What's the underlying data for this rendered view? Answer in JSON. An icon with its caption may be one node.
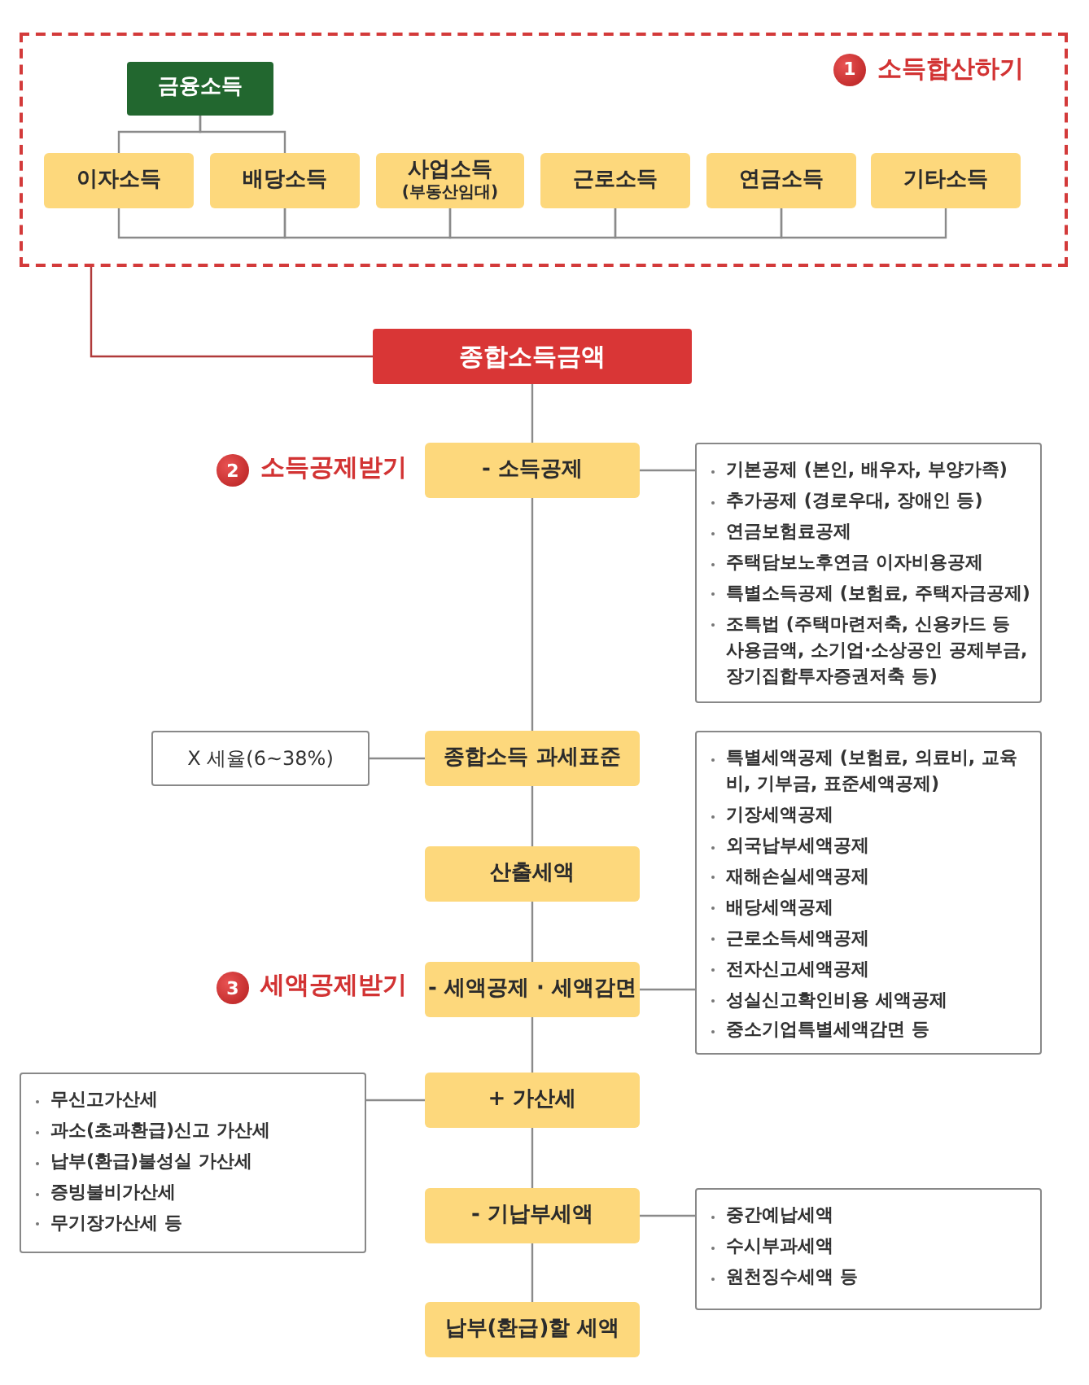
{
  "diagram": {
    "nodes": [
      {
        "text": [
          "1",
          "소득합산하기"
        ]
      },
      {
        "text": [
          "금융소득"
        ],
        "in": 0
      },
      {
        "text": [
          "이자소득"
        ],
        "in": 0
      },
      {
        "text": [
          "배당소득"
        ],
        "in": 0
      },
      {
        "text": [
          "사업소득",
          "(부동산임대)"
        ],
        "in": 0
      },
      {
        "text": [
          "근로소득"
        ],
        "in": 0
      },
      {
        "text": [
          "연금소득"
        ],
        "in": 0
      },
      {
        "text": [
          "기타소득"
        ],
        "in": 0
      },
      {
        "text": [
          "종합소득금액"
        ]
      },
      {
        "text": [
          "- 소득공제"
        ]
      },
      {
        "text": [
          "기본공제 (본인, 배우자, 부양가족)",
          "추가공제 (경로우대, 장애인 등)",
          "연금보험료공제",
          "주택담보노후연금 이자비용공제",
          "특별소득공제 (보험료, 주택자금공제)",
          "조특법 (주택마련저축, 신용카드 등 사용금액, 소기업·소상공인 공제부금, 장기집합투자증권저축 등)"
        ]
      },
      {
        "text": [
          "종합소득 과세표준"
        ]
      },
      {
        "text": [
          "X 세율(6~38%)"
        ]
      },
      {
        "text": [
          "산출세액"
        ]
      },
      {
        "text": [
          "- 세액공제 · 세액감면"
        ]
      },
      {
        "text": [
          "특별세액공제 (보험료, 의료비, 교육비, 기부금, 표준세액공제)",
          "기장세액공제",
          "외국납부세액공제",
          "재해손실세액공제",
          "배당세액공제",
          "근로소득세액공제",
          "전자신고세액공제",
          "성실신고확인비용 세액공제",
          "중소기업특별세액감면 등"
        ]
      },
      {
        "text": [
          "+ 가산세"
        ]
      },
      {
        "text": [
          "무신고가산세",
          "과소(초과환급)신고 가산세",
          "납부(환급)불성실 가산세",
          "증빙불비가산세",
          "무기장가산세 등"
        ]
      },
      {
        "text": [
          "- 기납부세액"
        ]
      },
      {
        "text": [
          "중간예납세액",
          "수시부과세액",
          "원천징수세액 등"
        ]
      },
      {
        "text": [
          "납부(환급)할 세액"
        ]
      }
    ],
    "edges": [
      {
        "from": 1,
        "to": 2,
        "arrow": "none"
      },
      {
        "from": 1,
        "to": 3,
        "arrow": "none"
      },
      {
        "from": 2,
        "to": 3,
        "arrow": "none"
      },
      {
        "from": 3,
        "to": 4,
        "arrow": "none"
      },
      {
        "from": 4,
        "to": 5,
        "arrow": "none"
      },
      {
        "from": 5,
        "to": 6,
        "arrow": "none"
      },
      {
        "from": 6,
        "to": 7,
        "arrow": "none"
      },
      {
        "from": 0,
        "to": 8,
        "arrow": "none",
        "color": "#b03a3a"
      },
      {
        "from": 8,
        "to": 9,
        "arrow": "none"
      },
      {
        "from": 9,
        "to": 10,
        "arrow": "none"
      },
      {
        "from": 9,
        "to": 11,
        "arrow": "none"
      },
      {
        "from": 11,
        "to": 12,
        "arrow": "none"
      },
      {
        "from": 11,
        "to": 13,
        "arrow": "none"
      },
      {
        "from": 13,
        "to": 14,
        "arrow": "none"
      },
      {
        "from": 14,
        "to": 15,
        "arrow": "none"
      },
      {
        "from": 14,
        "to": 16,
        "arrow": "none"
      },
      {
        "from": 16,
        "to": 17,
        "arrow": "none"
      },
      {
        "from": 16,
        "to": 18,
        "arrow": "none"
      },
      {
        "from": 18,
        "to": 19,
        "arrow": "none"
      },
      {
        "from": 18,
        "to": 20,
        "arrow": "none"
      }
    ],
    "labels": [
      "2",
      "소득공제받기",
      "3",
      "세액공제받기"
    ]
  }
}
